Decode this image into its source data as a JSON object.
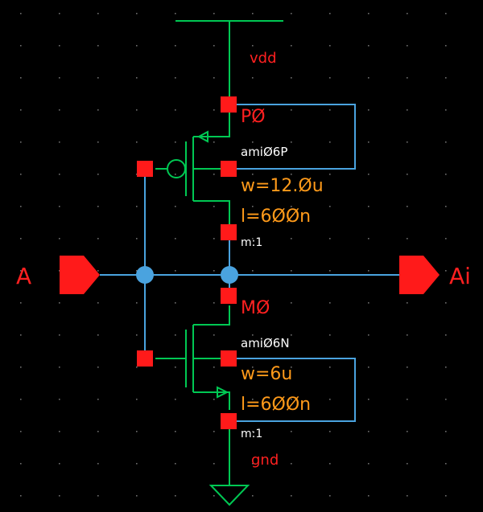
{
  "schematic": {
    "colors": {
      "background": "#000000",
      "device": "#00c853",
      "wire": "#4aa3df",
      "pin": "#ff1a1a",
      "label_red": "#ff2020",
      "label_orange": "#ff9a1a",
      "label_white": "#ffffff",
      "grid_dot": "#c8c8c8"
    },
    "nets": {
      "vdd": "vdd",
      "gnd": "gnd"
    },
    "ports": {
      "input": "A",
      "output": "Ai"
    },
    "pmos": {
      "instance": "PØ",
      "model": "amiØ6P",
      "width": "w=12.Øu",
      "length": "l=6ØØn",
      "multiplier": "m:1"
    },
    "nmos": {
      "instance": "MØ",
      "model": "amiØ6N",
      "width": "w=6u",
      "length": "l=6ØØn",
      "multiplier": "m:1"
    }
  }
}
